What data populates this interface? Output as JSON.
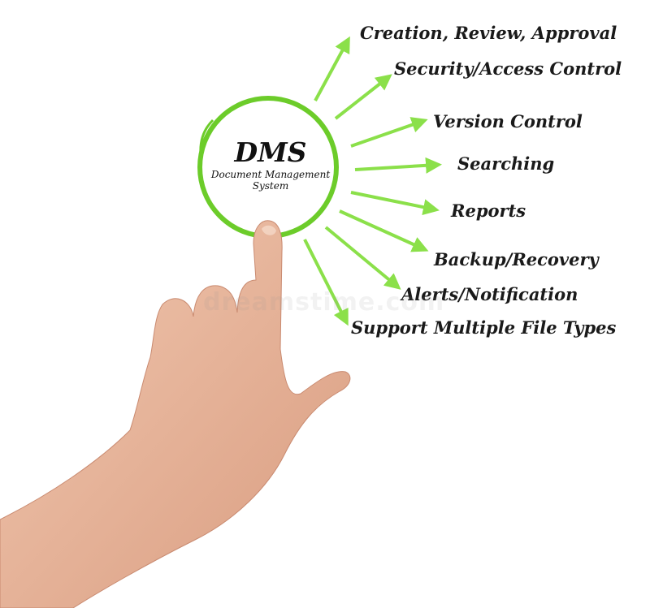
{
  "center": {
    "title": "DMS",
    "subtitle_line1": "Document Management",
    "subtitle_line2": "System"
  },
  "features": [
    "Creation, Review, Approval",
    "Security/Access Control",
    "Version Control",
    "Searching",
    "Reports",
    "Backup/Recovery",
    "Alerts/Notification",
    "Support Multiple File Types"
  ],
  "watermark": "dreamstime.com",
  "colors": {
    "circle": "#6ccc2a",
    "arrow": "#8be04a",
    "text": "#1a1a1a",
    "skin": "#e8b9a0",
    "background": "#ffffff"
  },
  "icons": [
    "pointing-hand-icon"
  ]
}
